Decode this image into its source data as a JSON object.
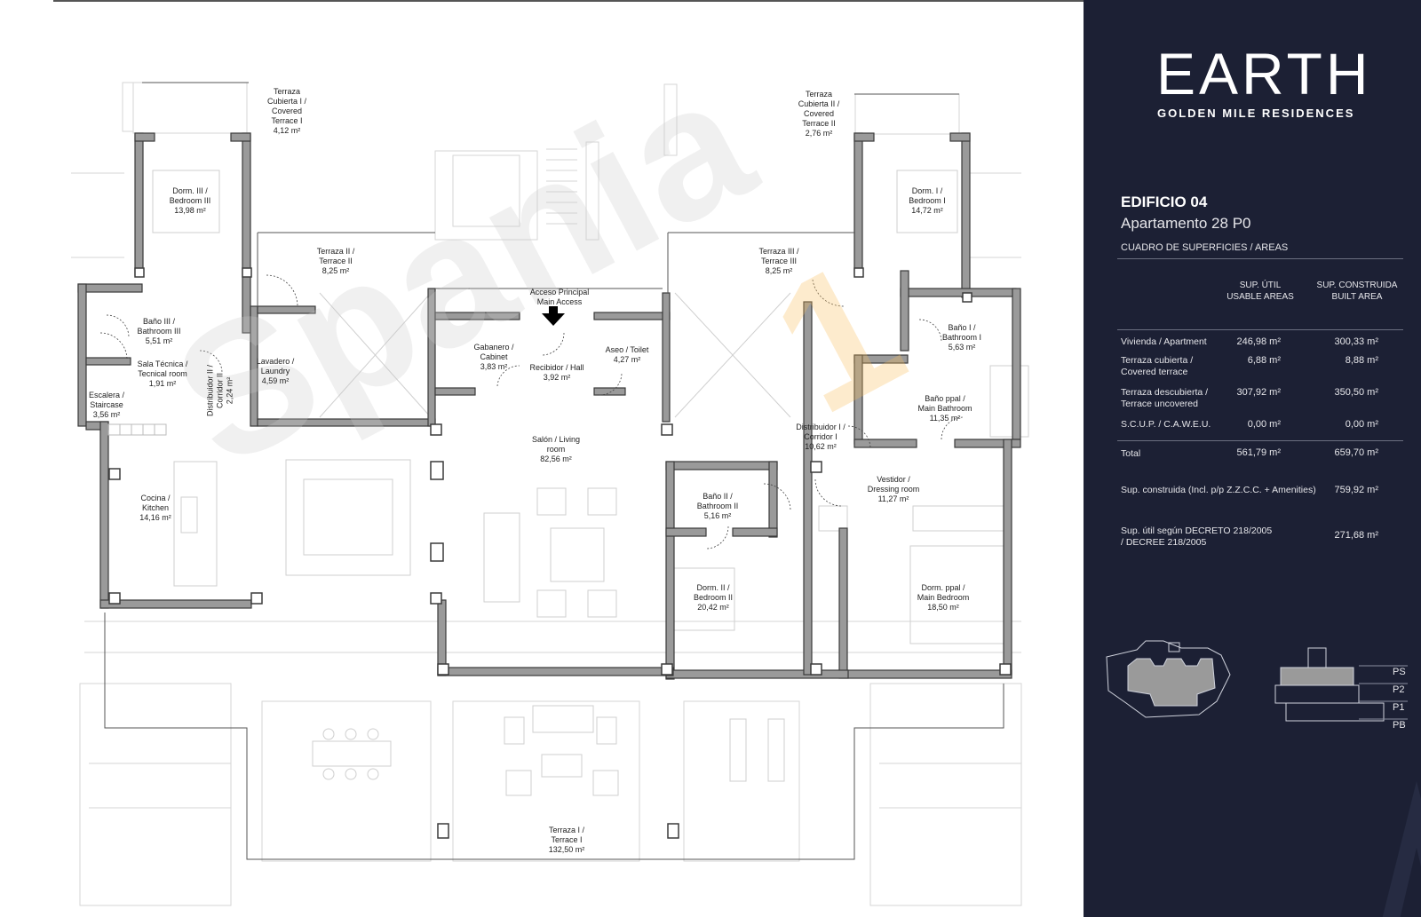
{
  "brand": {
    "name": "EARTH",
    "subtitle": "GOLDEN MILE RESIDENCES"
  },
  "building": "EDIFICIO 04",
  "apartment": "Apartamento 28 P0",
  "areas_title": "CUADRO DE SUPERFICIES / AREAS",
  "columns": {
    "usable": [
      "SUP. ÚTIL",
      "USABLE AREAS"
    ],
    "built": [
      "SUP. CONSTRUIDA",
      "BUILT AREA"
    ]
  },
  "rows": [
    {
      "label": [
        "Vivienda / Apartment"
      ],
      "usable": "246,98 m²",
      "built": "300,33 m²"
    },
    {
      "label": [
        "Terraza cubierta /",
        "Covered terrace"
      ],
      "usable": "6,88 m²",
      "built": "8,88 m²"
    },
    {
      "label": [
        "Terraza descubierta /",
        "Terrace uncovered"
      ],
      "usable": "307,92 m²",
      "built": "350,50 m²"
    },
    {
      "label": [
        "S.C.U.P. / C.A.W.E.U."
      ],
      "usable": "0,00 m²",
      "built": "0,00 m²"
    }
  ],
  "total": {
    "label": "Total",
    "usable": "561,79 m²",
    "built": "659,70 m²"
  },
  "extra": [
    {
      "label": [
        "Sup. construida (Incl. p/p Z.Z.C.C. + Amenities)"
      ],
      "value": "759,92 m²"
    },
    {
      "label": [
        "Sup. útil según DECRETO 218/2005",
        "/ DECREE 218/2005"
      ],
      "value": "271,68 m²"
    }
  ],
  "levels": [
    "PS",
    "P2",
    "P1",
    "PB"
  ],
  "watermark": {
    "text": "Spania",
    "accent": "1"
  },
  "rooms": [
    {
      "id": "terraza-cubierta-1",
      "lines": [
        "Terraza",
        "Cubierta I /",
        "Covered",
        "Terrace I",
        "4,12 m²"
      ]
    },
    {
      "id": "terraza-cubierta-2",
      "lines": [
        "Terraza",
        "Cubierta II /",
        "Covered",
        "Terrace II",
        "2,76 m²"
      ]
    },
    {
      "id": "dorm-3",
      "lines": [
        "Dorm. III /",
        "Bedroom III",
        "13,98 m²"
      ]
    },
    {
      "id": "dorm-1",
      "lines": [
        "Dorm. I /",
        "Bedroom I",
        "14,72 m²"
      ]
    },
    {
      "id": "terraza-2",
      "lines": [
        "Terraza II /",
        "Terrace II",
        "8,25 m²"
      ]
    },
    {
      "id": "terraza-3",
      "lines": [
        "Terraza III /",
        "Terrace III",
        "8,25 m²"
      ]
    },
    {
      "id": "acceso",
      "lines": [
        "Acceso Principal",
        "Main Access"
      ]
    },
    {
      "id": "bano-3",
      "lines": [
        "Baño III /",
        "Bathroom III",
        "5,51 m²"
      ]
    },
    {
      "id": "bano-1",
      "lines": [
        "Baño I /",
        "Bathroom I",
        "5,63 m²"
      ]
    },
    {
      "id": "gabanero",
      "lines": [
        "Gabanero /",
        "Cabinet",
        "3,83 m²"
      ]
    },
    {
      "id": "aseo",
      "lines": [
        "Aseo / Toilet",
        "4,27 m²"
      ]
    },
    {
      "id": "recibidor",
      "lines": [
        "Recibidor / Hall",
        "3,92 m²"
      ]
    },
    {
      "id": "sala-tecnica",
      "lines": [
        "Sala Técnica /",
        "Tecnical room",
        "1,91 m²"
      ]
    },
    {
      "id": "lavadero",
      "lines": [
        "Lavadero /",
        "Laundry",
        "4,59 m²"
      ]
    },
    {
      "id": "escalera",
      "lines": [
        "Escalera /",
        "Staircase",
        "3,56 m²"
      ]
    },
    {
      "id": "bano-ppal",
      "lines": [
        "Baño ppal /",
        "Main Bathroom",
        "11,35 m²"
      ]
    },
    {
      "id": "distribuidor-1",
      "lines": [
        "Distribuidor I /",
        "Corridor I",
        "10,62 m²"
      ]
    },
    {
      "id": "salon",
      "lines": [
        "Salón / Living",
        "room",
        "82,56 m²"
      ]
    },
    {
      "id": "vestidor",
      "lines": [
        "Vestidor /",
        "Dressing room",
        "11,27 m²"
      ]
    },
    {
      "id": "bano-2",
      "lines": [
        "Baño II /",
        "Bathroom II",
        "5,16 m²"
      ]
    },
    {
      "id": "cocina",
      "lines": [
        "Cocina /",
        "Kitchen",
        "14,16 m²"
      ]
    },
    {
      "id": "dorm-2",
      "lines": [
        "Dorm. II /",
        "Bedroom II",
        "20,42 m²"
      ]
    },
    {
      "id": "dorm-ppal",
      "lines": [
        "Dorm. ppal /",
        "Main Bedroom",
        "18,50 m²"
      ]
    },
    {
      "id": "terraza-1",
      "lines": [
        "Terraza I /",
        "Terrace I",
        "132,50 m²"
      ]
    }
  ],
  "rotated_rooms": [
    {
      "id": "distribuidor-2",
      "lines": [
        "Distribuidor II /",
        "Corridor II",
        "2,24 m²"
      ]
    }
  ],
  "colors": {
    "panel": "#1c2034",
    "wall": "#9a9a9a",
    "wall_stroke": "#3a3a3a",
    "faint": "#d8d8d8"
  }
}
